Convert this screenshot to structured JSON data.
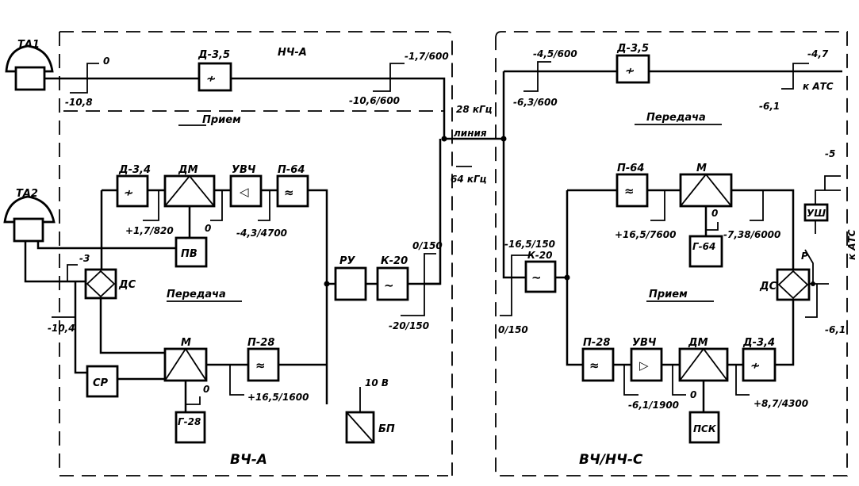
{
  "diagram": {
    "title_nodes": {
      "station_a_lf": "НЧ-А",
      "station_a_hf": "ВЧ-А",
      "station_c": "ВЧ/НЧ-С"
    },
    "terminals": {
      "ta1": "ТА1",
      "ta2": "ТА2",
      "to_ats_top": "к АТС",
      "to_ats_right": "к АТС"
    },
    "line": {
      "freq_28": "28 кГц",
      "line_label": "линия",
      "freq_64": "64 кГц"
    },
    "directions": {
      "a_top_receive": "Прием",
      "a_transmit": "Передача",
      "c_top_transmit": "Передача",
      "c_receive": "Прием"
    },
    "blocks_a": {
      "d35_top": "Д-3,5",
      "d34": "Д-3,4",
      "dm": "ДМ",
      "uvch": "УВЧ",
      "p64": "П-64",
      "pv": "ПВ",
      "ds": "ДС",
      "ru": "РУ",
      "k20": "К-20",
      "sr": "СР",
      "m": "М",
      "p28": "П-28",
      "g28": "Г-28",
      "bp": "БП"
    },
    "blocks_c": {
      "d35_top": "Д-3,5",
      "p64": "П-64",
      "m": "М",
      "g64": "Г-64",
      "ush": "УШ",
      "ds": "ДС",
      "k20": "К-20",
      "p28": "П-28",
      "uvch": "УВЧ",
      "dm": "ДМ",
      "d34": "Д-3,4",
      "psk": "ПСК",
      "relay": "Р"
    },
    "levels_a": {
      "ta1_out": "0",
      "ta1_in": "-10,8",
      "lf_line_out": "-1,7/600",
      "lf_line_in": "-10,6/600",
      "d34_out": "+1,7/820",
      "dm_out": "0",
      "uvch_out": "-4,3/4700",
      "ru_out": "0/150",
      "k20_in": "-20/150",
      "ds_tx": "-3",
      "ds_rx": "-10,4",
      "m_carrier": "0",
      "m_out": "+16,5/1600",
      "bp_voltage": "10 В"
    },
    "levels_c": {
      "lf_in": "-4,5/600",
      "lf_out": "-6,3/600",
      "ats_tx": "-4,7",
      "ats_rx": "-6,1",
      "k20_out": "-16,5/150",
      "k20_in": "0/150",
      "p64_out": "+16,5/7600",
      "m_carrier": "0",
      "m_out": "-7,38/6000",
      "ush_level": "-5",
      "ds_rx": "-6,1",
      "p28_out": "-6,1/1900",
      "dm_in": "0",
      "dm_out": "+8,7/4300"
    }
  }
}
